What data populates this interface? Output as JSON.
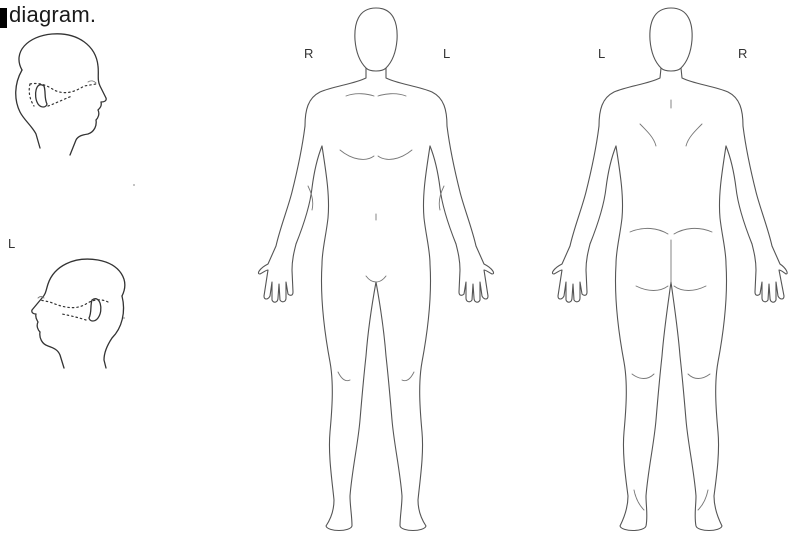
{
  "caption": "diagram.",
  "head_views": {
    "left_profile_label": "L"
  },
  "front_view": {
    "right_label": "R",
    "left_label": "L"
  },
  "back_view": {
    "left_label": "L",
    "right_label": "R"
  }
}
